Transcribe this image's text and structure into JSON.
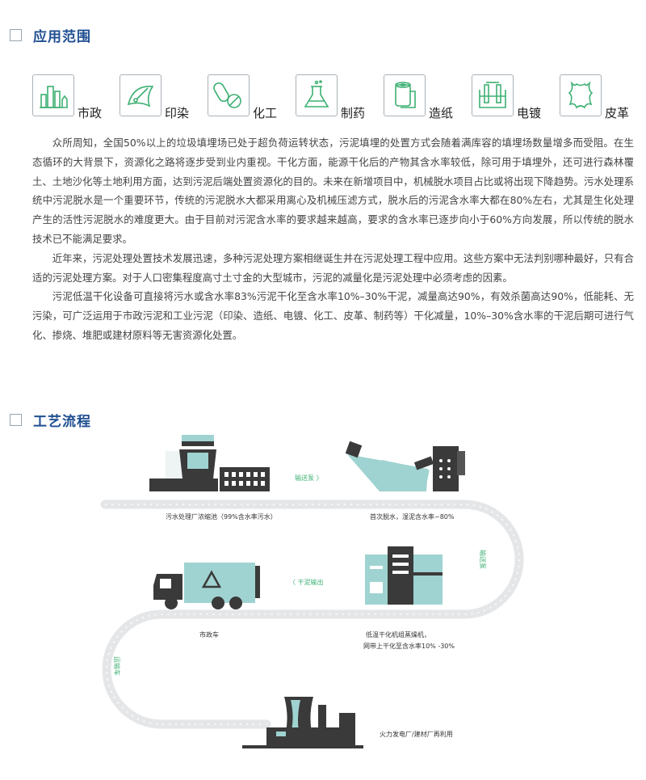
{
  "section1": {
    "title": "应用范围"
  },
  "applications": [
    {
      "label": "市政",
      "icon": "city-icon"
    },
    {
      "label": "印染",
      "icon": "dyeing-icon"
    },
    {
      "label": "化工",
      "icon": "chemical-icon"
    },
    {
      "label": "制药",
      "icon": "pharmacy-icon"
    },
    {
      "label": "造纸",
      "icon": "paper-roll-icon"
    },
    {
      "label": "电镀",
      "icon": "electroplating-icon"
    },
    {
      "label": "皮革",
      "icon": "leather-icon"
    }
  ],
  "paragraphs": [
    "众所周知，全国50%以上的垃圾填埋场已处于超负荷运转状态，污泥填埋的处置方式会随着满库容的填埋场数量增多而受阻。在生态循环的大背景下，资源化之路将逐步受到业内重视。干化方面，能源干化后的产物其含水率较低，除可用于填埋外，还可进行森林覆土、土地沙化等土地利用方面，达到污泥后端处置资源化的目的。未来在新增项目中，机械脱水项目占比或将出现下降趋势。污水处理系统中污泥脱水是一个重要环节，传统的污泥脱水大都采用离心及机械压滤方式，脱水后的污泥含水率大都在80%左右，尤其是生化处理产生的活性污泥脱水的难度更大。由于目前对污泥含水率的要求越来越高，要求的含水率已逐步向小于60%方向发展，所以传统的脱水技术已不能满足要求。",
    "近年来，污泥处理处置技术发展迅速，多种污泥处理方案相继诞生并在污泥处理工程中应用。这些方案中无法判别哪种最好，只有合适的污泥处理方案。对于人口密集程度高寸土寸金的大型城市，污泥的减量化是污泥处理中必须考虑的因素。",
    "污泥低温干化设备可直接将污水或含水率83%污泥干化至含水率10%–30%干泥，减量高达90%，有效杀菌高达90%，低能耗、无污染，可广泛运用于市政污泥和工业污泥（印染、造纸、电镀、化工、皮革、制药等）干化减量，10%–30%含水率的干泥后期可进行气化、掺烧、堆肥或建材原料等无害资源化处置。"
  ],
  "section2": {
    "title": "工艺流程"
  },
  "flow": {
    "caption_plant": "污水处理厂浓缩池（99%含水率污水）",
    "caption_dewater": "首次脱水，湿泥含水率~80%",
    "caption_dryer": "低温干化机组蒸燥机，",
    "caption_dryer2": "网带上干化至含水率10% -30%",
    "caption_truck": "市政车",
    "caption_power": "火力发电厂/建材厂再利用",
    "arrow_1": "输送泵 〉",
    "arrow_2": "输送泵",
    "arrow_3": "〈 干泥输出",
    "arrow_4": "运输车"
  },
  "colors": {
    "accent_green": "#3db073",
    "title_blue": "#1f4f91",
    "machine_teal": "#a8d8d6",
    "machine_dark": "#3a3a3a"
  }
}
